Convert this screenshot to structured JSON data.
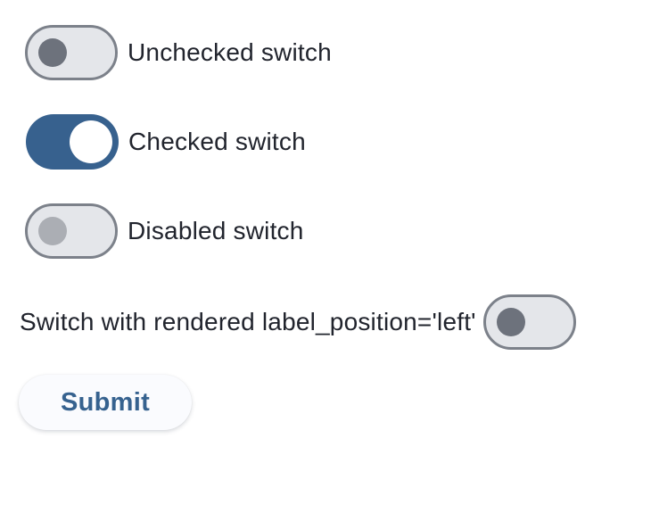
{
  "switches": {
    "unchecked": {
      "label": "Unchecked switch",
      "state": "unchecked",
      "label_position": "right"
    },
    "checked": {
      "label": "Checked switch",
      "state": "checked",
      "label_position": "right"
    },
    "disabled": {
      "label": "Disabled switch",
      "state": "disabled",
      "label_position": "right"
    },
    "left_label": {
      "label": "Switch with rendered label_position='left'",
      "state": "unchecked",
      "label_position": "left"
    }
  },
  "submit": {
    "label": "Submit"
  },
  "colors": {
    "checked_track": "#37618E",
    "unchecked_track_fill": "#E4E6EA",
    "track_border": "#7C818A",
    "unchecked_thumb": "#6D727C",
    "disabled_thumb": "#ABAEB4",
    "checked_thumb": "#FFFFFF",
    "label_text": "#21242D",
    "submit_text": "#36628F",
    "submit_bg": "#FAFBFE"
  }
}
